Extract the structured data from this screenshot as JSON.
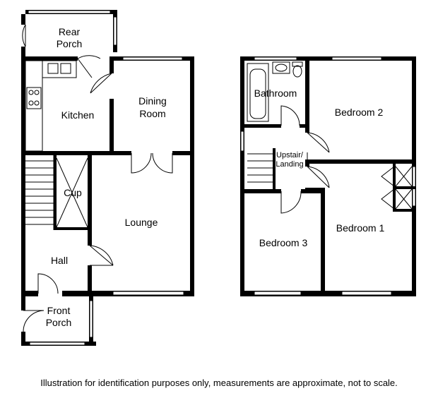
{
  "rooms": {
    "ground_floor": {
      "rear_porch": [
        "Rear",
        "Porch"
      ],
      "kitchen": "Kitchen",
      "dining_room": [
        "Dining",
        "Room"
      ],
      "cupboard": "Cup",
      "lounge": "Lounge",
      "hall": "Hall",
      "front_porch": [
        "Front",
        "Porch"
      ]
    },
    "first_floor": {
      "bathroom": "Bathroom",
      "bedroom_2": "Bedroom 2",
      "landing": [
        "Upstair/",
        "Landing"
      ],
      "bedroom_1": "Bedroom 1",
      "bedroom_3": "Bedroom 3"
    }
  },
  "disclaimer": "Illustration for identification purposes only, measurements are approximate, not to scale.",
  "colors": {
    "wall": "#000000",
    "background": "#ffffff"
  }
}
